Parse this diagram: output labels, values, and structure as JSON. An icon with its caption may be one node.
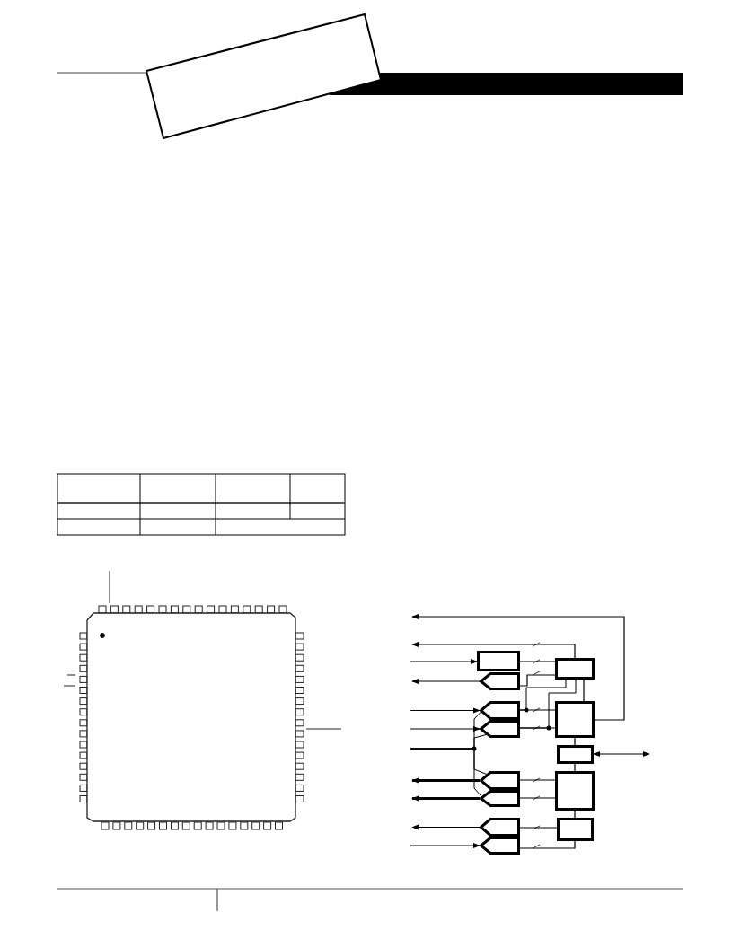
{
  "diagram": {
    "nodes": [
      {
        "text": [],
        "shape": "box"
      },
      {
        "text": [],
        "shape": "box"
      },
      {
        "text": [],
        "shape": "pentagon"
      },
      {
        "text": [],
        "shape": "pentagon"
      },
      {
        "text": [],
        "shape": "box"
      },
      {
        "text": [],
        "shape": "pentagon"
      },
      {
        "text": [],
        "shape": "box"
      },
      {
        "text": [],
        "shape": "pentagon"
      },
      {
        "text": [],
        "shape": "box"
      },
      {
        "text": [],
        "shape": "pentagon"
      },
      {
        "text": [],
        "shape": "pentagon"
      },
      {
        "text": [],
        "shape": "box"
      },
      {
        "text": [],
        "shape": "pentagon"
      }
    ],
    "edges": [
      {
        "from": 4,
        "to": null,
        "arrow": "to"
      },
      {
        "from": 1,
        "to": null,
        "arrow": "to"
      },
      {
        "from": null,
        "to": 0,
        "arrow": "to"
      },
      {
        "from": 2,
        "to": null,
        "arrow": "to"
      },
      {
        "from": null,
        "to": 3,
        "arrow": "to"
      },
      {
        "from": null,
        "to": 5,
        "arrow": "to"
      },
      {
        "from": 7,
        "to": null,
        "arrow": "to",
        "style": "thick"
      },
      {
        "from": 9,
        "to": null,
        "arrow": "to",
        "style": "thick"
      },
      {
        "from": 10,
        "to": null,
        "arrow": "to"
      },
      {
        "from": null,
        "to": 12,
        "arrow": "to"
      },
      {
        "from": 0,
        "to": 1,
        "arrow": "none"
      },
      {
        "from": 1,
        "to": 2,
        "arrow": "none"
      },
      {
        "from": 3,
        "to": 4,
        "arrow": "none"
      },
      {
        "from": 5,
        "to": 4,
        "arrow": "none"
      },
      {
        "from": 7,
        "to": 8,
        "arrow": "none"
      },
      {
        "from": 9,
        "to": 8,
        "arrow": "none"
      },
      {
        "from": 10,
        "to": 11,
        "arrow": "none"
      },
      {
        "from": 12,
        "to": 11,
        "arrow": "none"
      },
      {
        "from": 1,
        "to": 4,
        "arrow": "none"
      },
      {
        "from": 4,
        "to": 6,
        "arrow": "none"
      },
      {
        "from": 6,
        "to": 8,
        "arrow": "none"
      },
      {
        "from": 8,
        "to": 11,
        "arrow": "none"
      },
      {
        "from": 6,
        "to": null,
        "arrow": "both"
      },
      {
        "from": null,
        "to": 3,
        "arrow": "none"
      },
      {
        "from": null,
        "to": 5,
        "arrow": "none"
      },
      {
        "from": null,
        "to": 7,
        "arrow": "none"
      },
      {
        "from": null,
        "to": 9,
        "arrow": "none"
      },
      {
        "from": 1,
        "to": 3,
        "arrow": "none"
      },
      {
        "from": 1,
        "to": 5,
        "arrow": "none"
      }
    ]
  }
}
